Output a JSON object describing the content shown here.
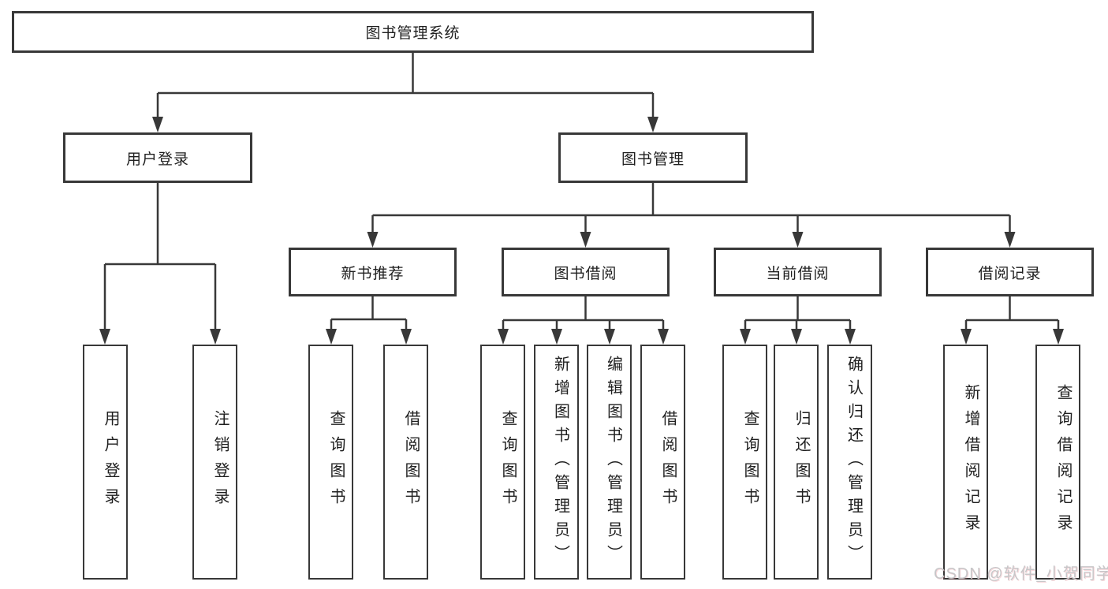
{
  "title": "图书管理系统",
  "watermark": "CSDN @软件_小贺同学",
  "tree": {
    "user_login": {
      "label": "用户登录",
      "children": [
        "用户登录",
        "注销登录"
      ]
    },
    "book_management": {
      "label": "图书管理",
      "sections": {
        "new_book_recommend": {
          "label": "新书推荐",
          "children": [
            "查询图书",
            "借阅图书"
          ]
        },
        "book_borrow": {
          "label": "图书借阅",
          "children": [
            "查询图书",
            "新增图书（管理员）",
            "编辑图书（管理员）",
            "借阅图书"
          ]
        },
        "current_borrow": {
          "label": "当前借阅",
          "children": [
            "查询图书",
            "归还图书",
            "确认归还（管理员）"
          ]
        },
        "borrow_record": {
          "label": "借阅记录",
          "children": [
            "新增借阅记录",
            "查询借阅记录"
          ]
        }
      }
    }
  },
  "colors": {
    "line": "#383838",
    "text": "#1f1f1f",
    "watermark": "#c7c7c9",
    "background": "#ffffff"
  }
}
